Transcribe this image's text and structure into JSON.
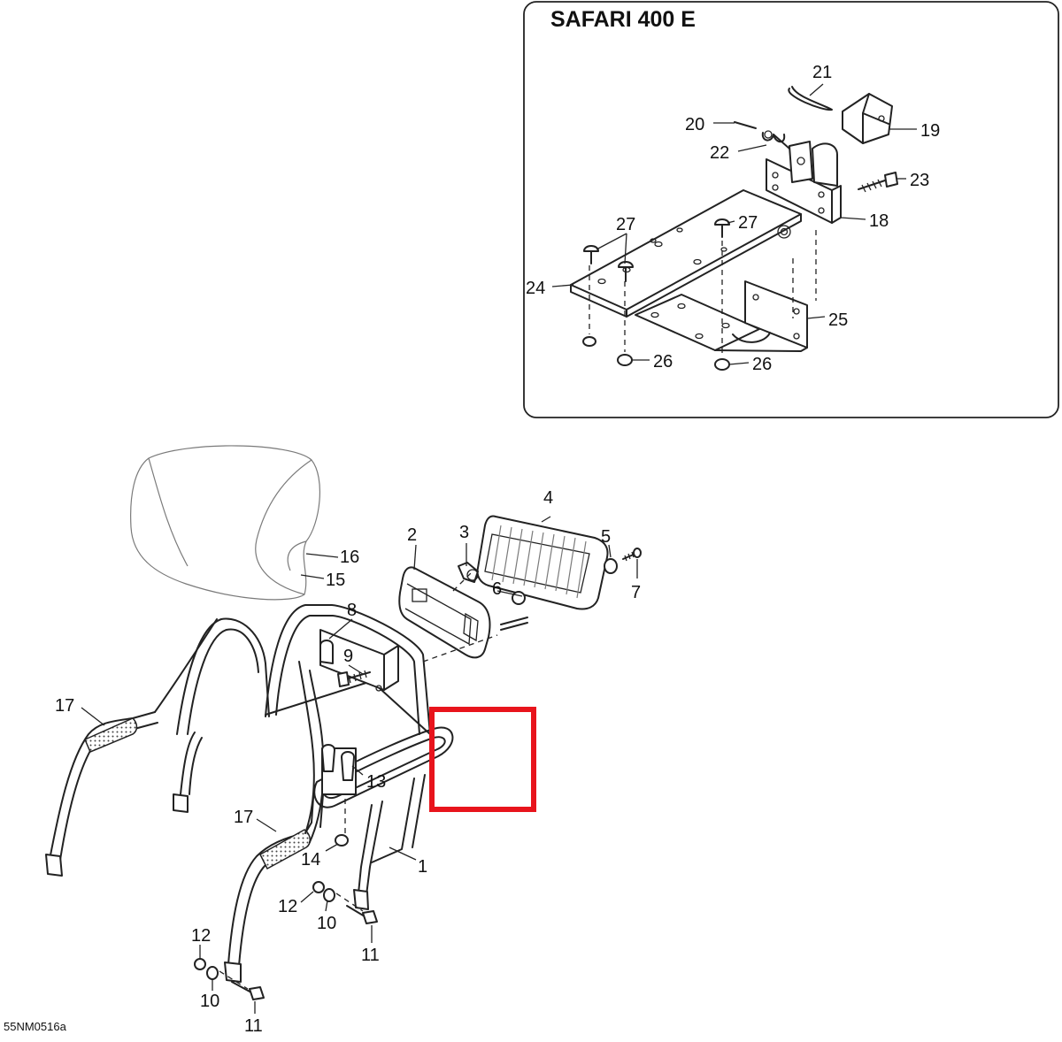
{
  "inset": {
    "title": "SAFARI 400 E",
    "callouts": [
      "21",
      "19",
      "20",
      "22",
      "23",
      "18",
      "27",
      "27",
      "24",
      "25",
      "26",
      "26"
    ]
  },
  "main": {
    "callouts": [
      "4",
      "2",
      "3",
      "5",
      "16",
      "7",
      "6",
      "15",
      "8",
      "9",
      "17",
      "13",
      "17",
      "14",
      "1",
      "12",
      "10",
      "11",
      "12",
      "10",
      "11"
    ]
  },
  "highlight": {
    "color": "#e8141c"
  },
  "figure_code": "55NM0516a"
}
